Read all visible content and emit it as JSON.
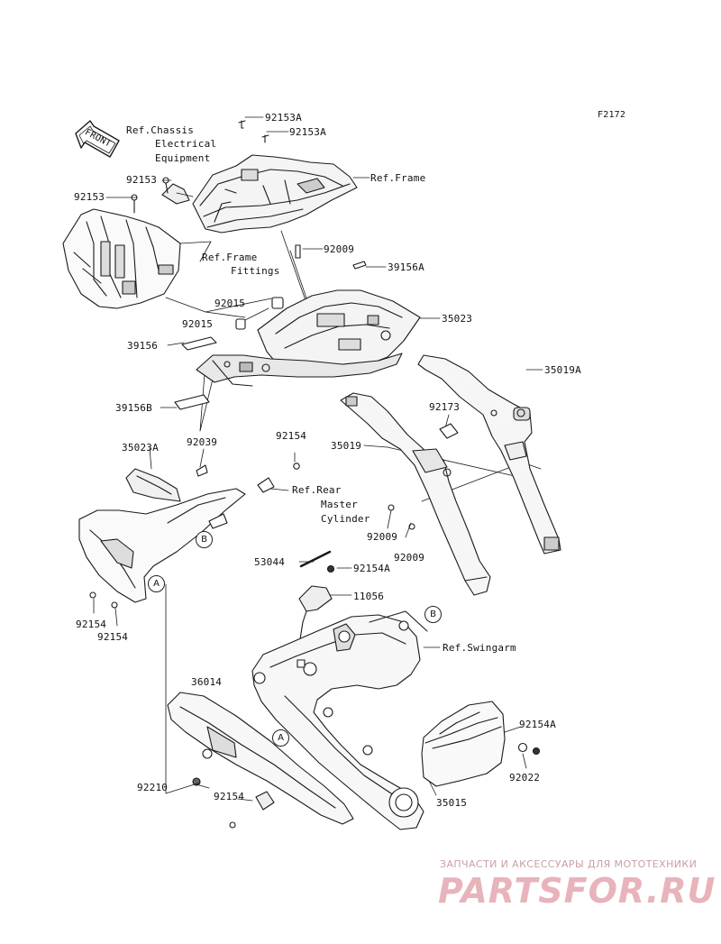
{
  "figure_id": "F2172",
  "front_arrow": "FRONT",
  "labels": {
    "ref_chassis": "Ref.Chassis",
    "electrical": "Electrical",
    "equipment": "Equipment",
    "p92153_left_a": "92153",
    "p92153_left_b": "92153",
    "p92153A_1": "92153A",
    "p92153A_2": "92153A",
    "ref_frame": "Ref.Frame",
    "ref_frame_fittings_1": "Ref.Frame",
    "ref_frame_fittings_2": "Fittings",
    "p92009_top": "92009",
    "p39156A": "39156A",
    "p92015_a": "92015",
    "p92015_b": "92015",
    "p35023": "35023",
    "p39156": "39156",
    "p35019A": "35019A",
    "p39156B": "39156B",
    "p92173": "92173",
    "p35023A": "35023A",
    "p92039": "92039",
    "p92154_top": "92154",
    "p35019": "35019",
    "ref_rear_1": "Ref.Rear",
    "ref_rear_2": "Master",
    "ref_rear_3": "Cylinder",
    "p92009_a": "92009",
    "p92009_b": "92009",
    "p53044": "53044",
    "p92154A_top": "92154A",
    "p11056": "11056",
    "p92154_l1": "92154",
    "p92154_l2": "92154",
    "ref_swingarm": "Ref.Swingarm",
    "p36014": "36014",
    "p92154A_r": "92154A",
    "p92022": "92022",
    "p92210": "92210",
    "p92154_bot": "92154",
    "p35015": "35015"
  },
  "callouts": {
    "A": "A",
    "B": "B"
  },
  "watermark": {
    "line1": "ЗАПЧАСТИ И АКСЕССУАРЫ ДЛЯ МОТОТЕХНИКИ",
    "line2": "PARTSFOR.RU"
  }
}
